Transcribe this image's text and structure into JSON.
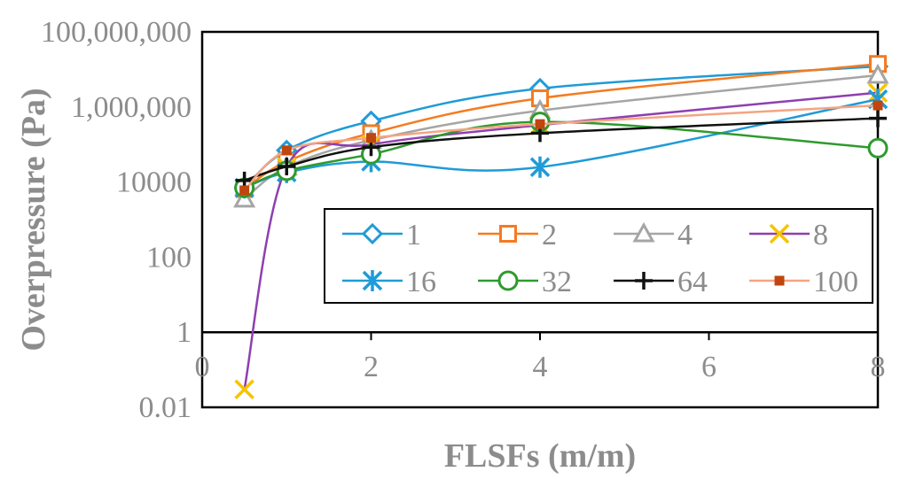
{
  "chart_data": {
    "type": "line",
    "xlabel": "FLSFs (m/m)",
    "ylabel": "Overpressure (Pa)",
    "xlim": [
      0,
      8
    ],
    "ylim": [
      0.01,
      100000000
    ],
    "yscale": "log",
    "x_ticks": [
      "0",
      "2",
      "4",
      "6",
      "8"
    ],
    "y_ticks": [
      "0.01",
      "1",
      "100",
      "10000",
      "1,000,000",
      "100,000,000"
    ],
    "grid": false,
    "legend_position": "inside-bottom-right",
    "series": [
      {
        "name": "1",
        "color": "#1f9bd7",
        "marker": "diamond-open",
        "x": [
          0.5,
          1,
          2,
          4,
          8
        ],
        "y": [
          7000,
          70000,
          420000,
          3100000,
          12000000
        ]
      },
      {
        "name": "2",
        "color": "#f47b20",
        "marker": "square-open",
        "x": [
          0.5,
          1,
          2,
          4,
          8
        ],
        "y": [
          6500,
          35000,
          200000,
          1700000,
          14000000
        ]
      },
      {
        "name": "4",
        "color": "#a5a5a5",
        "marker": "triangle-open",
        "x": [
          0.5,
          1,
          2,
          4,
          8
        ],
        "y": [
          3500,
          25000,
          130000,
          800000,
          7000000
        ]
      },
      {
        "name": "8",
        "color": "#8e3fb0",
        "marker": "x",
        "x": [
          0.5,
          1,
          2,
          4,
          8
        ],
        "y": [
          0.03,
          25000,
          100000,
          330000,
          2400000
        ]
      },
      {
        "name": "16",
        "color": "#1f9bd7",
        "marker": "asterisk",
        "x": [
          0.5,
          1,
          2,
          4,
          8
        ],
        "y": [
          7000,
          18000,
          35000,
          25000,
          1600000
        ]
      },
      {
        "name": "32",
        "color": "#2e9a2e",
        "marker": "circle-open",
        "x": [
          0.5,
          1,
          2,
          4,
          8
        ],
        "y": [
          7000,
          20000,
          55000,
          400000,
          80000
        ]
      },
      {
        "name": "64",
        "color": "#111111",
        "marker": "plus",
        "x": [
          0.5,
          1,
          2,
          4,
          8
        ],
        "y": [
          11000,
          26000,
          85000,
          200000,
          500000
        ]
      },
      {
        "name": "100",
        "color": "#f4a582",
        "marker": "square-filled",
        "x": [
          0.5,
          1,
          2,
          4,
          8
        ],
        "y": [
          6000,
          70000,
          150000,
          350000,
          1100000
        ]
      }
    ],
    "marker_colors": {
      "8": "#f5c400",
      "100": "#c0450e"
    }
  }
}
